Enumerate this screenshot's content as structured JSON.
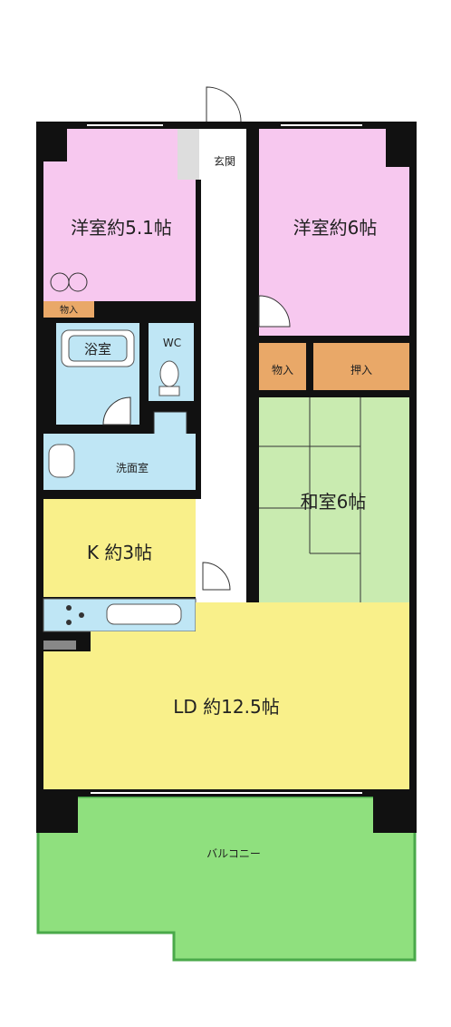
{
  "colors": {
    "western_room": "#f7c8ef",
    "japanese_room": "#c9ebb0",
    "kitchen_living": "#f9f08a",
    "wet_area": "#bfe6f5",
    "storage": "#e9a868",
    "balcony": "#8fe07e",
    "wall": "#111111"
  },
  "rooms": {
    "western1": "洋室約5.1帖",
    "western2": "洋室約6帖",
    "entrance": "玄関",
    "storage1": "物入",
    "storage2": "物入",
    "oshiire": "押入",
    "bath": "浴室",
    "wc": "WC",
    "washroom": "洗面室",
    "japanese": "和室6帖",
    "kitchen": "K 約3帖",
    "living": "LD 約12.5帖",
    "balcony": "バルコニー"
  }
}
